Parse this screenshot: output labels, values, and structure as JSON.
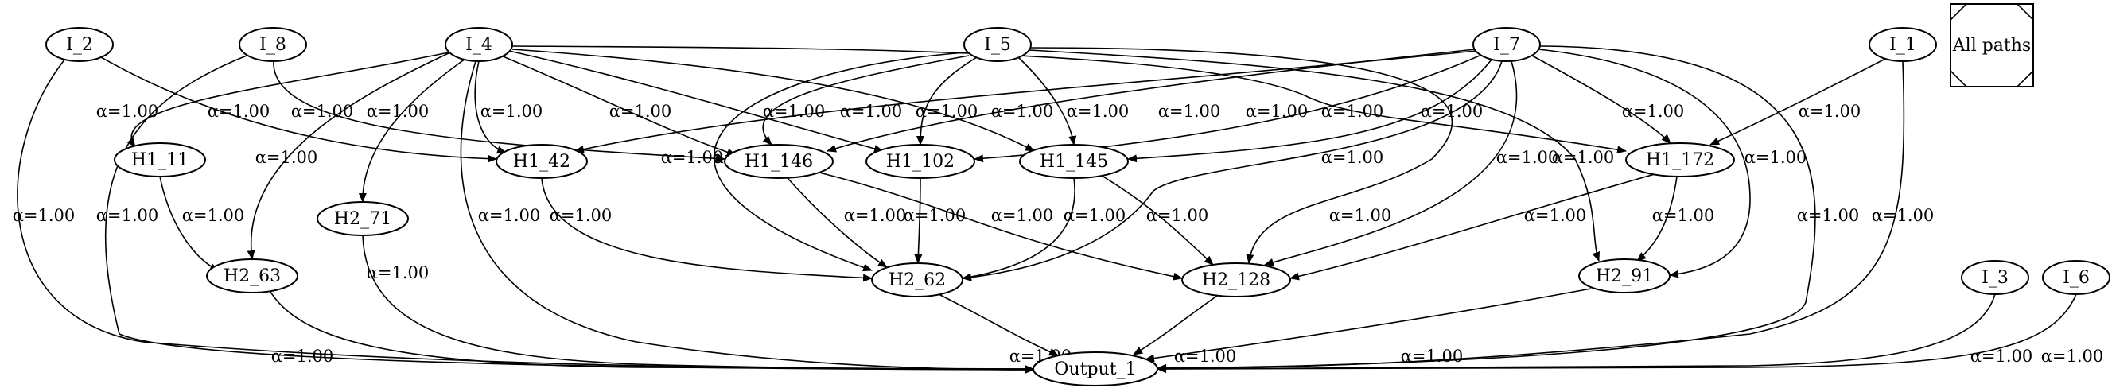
{
  "legend": {
    "label": "All paths"
  },
  "nodes": [
    {
      "id": "I_2",
      "label": "I_2"
    },
    {
      "id": "I_8",
      "label": "I_8"
    },
    {
      "id": "I_4",
      "label": "I_4"
    },
    {
      "id": "I_5",
      "label": "I_5"
    },
    {
      "id": "I_7",
      "label": "I_7"
    },
    {
      "id": "I_1",
      "label": "I_1"
    },
    {
      "id": "I_3",
      "label": "I_3"
    },
    {
      "id": "I_6",
      "label": "I_6"
    },
    {
      "id": "H1_11",
      "label": "H1_11"
    },
    {
      "id": "H1_42",
      "label": "H1_42"
    },
    {
      "id": "H1_146",
      "label": "H1_146"
    },
    {
      "id": "H1_102",
      "label": "H1_102"
    },
    {
      "id": "H1_145",
      "label": "H1_145"
    },
    {
      "id": "H1_172",
      "label": "H1_172"
    },
    {
      "id": "H2_71",
      "label": "H2_71"
    },
    {
      "id": "H2_63",
      "label": "H2_63"
    },
    {
      "id": "H2_62",
      "label": "H2_62"
    },
    {
      "id": "H2_128",
      "label": "H2_128"
    },
    {
      "id": "H2_91",
      "label": "H2_91"
    },
    {
      "id": "Output_1",
      "label": "Output_1"
    }
  ],
  "edges": [
    {
      "from": "I_2",
      "to": "H1_42",
      "label": "α=1.00"
    },
    {
      "from": "I_2",
      "to": "Output_1",
      "label": "α=1.00"
    },
    {
      "from": "I_8",
      "to": "Output_1",
      "label": "α=1.00"
    },
    {
      "from": "I_8",
      "to": "H1_146",
      "label": "α=1.00"
    },
    {
      "from": "I_4",
      "to": "H1_11",
      "label": "α=1.00"
    },
    {
      "from": "I_4",
      "to": "H2_63",
      "label": "α=1.00"
    },
    {
      "from": "I_4",
      "to": "H2_71",
      "label": "α=1.00"
    },
    {
      "from": "I_4",
      "to": "H1_42",
      "label": "α=1.00"
    },
    {
      "from": "I_4",
      "to": "Output_1",
      "label": "α=1.00"
    },
    {
      "from": "I_4",
      "to": "H1_146",
      "label": "α=1.00"
    },
    {
      "from": "I_4",
      "to": "H1_102",
      "label": "α=1.00"
    },
    {
      "from": "I_4",
      "to": "H1_145",
      "label": "α=1.00"
    },
    {
      "from": "I_4",
      "to": "H1_172",
      "label": "α=1.00"
    },
    {
      "from": "I_5",
      "to": "H2_62",
      "label": "α=1.00"
    },
    {
      "from": "I_5",
      "to": "H1_146",
      "label": "α=1.00"
    },
    {
      "from": "I_5",
      "to": "H1_102",
      "label": "α=1.00"
    },
    {
      "from": "I_5",
      "to": "H1_145",
      "label": "α=1.00"
    },
    {
      "from": "I_5",
      "to": "H2_91",
      "label": "α=1.00"
    },
    {
      "from": "I_5",
      "to": "H2_128",
      "label": "α=1.00"
    },
    {
      "from": "I_7",
      "to": "H1_42",
      "label": "α=1.00"
    },
    {
      "from": "I_7",
      "to": "H1_146",
      "label": "α=1.00"
    },
    {
      "from": "I_7",
      "to": "H1_102",
      "label": "α=1.00"
    },
    {
      "from": "I_7",
      "to": "H1_145",
      "label": "α=1.00"
    },
    {
      "from": "I_7",
      "to": "H2_62",
      "label": "α=1.00"
    },
    {
      "from": "I_7",
      "to": "H2_128",
      "label": "α=1.00"
    },
    {
      "from": "I_7",
      "to": "H1_172",
      "label": "α=1.00"
    },
    {
      "from": "I_7",
      "to": "H2_91",
      "label": "α=1.00"
    },
    {
      "from": "I_7",
      "to": "Output_1",
      "label": "α=1.00"
    },
    {
      "from": "I_1",
      "to": "H1_172",
      "label": "α=1.00"
    },
    {
      "from": "I_1",
      "to": "Output_1",
      "label": "α=1.00"
    },
    {
      "from": "I_3",
      "to": "Output_1",
      "label": "α=1.00"
    },
    {
      "from": "I_6",
      "to": "Output_1",
      "label": "α=1.00"
    },
    {
      "from": "H1_11",
      "to": "H2_63",
      "label": "α=1.00"
    },
    {
      "from": "H1_42",
      "to": "H2_62",
      "label": "α=1.00"
    },
    {
      "from": "H1_146",
      "to": "H2_62",
      "label": "α=1.00"
    },
    {
      "from": "H1_146",
      "to": "H2_128",
      "label": "α=1.00"
    },
    {
      "from": "H1_102",
      "to": "H2_62",
      "label": "α=1.00"
    },
    {
      "from": "H1_145",
      "to": "H2_62",
      "label": "α=1.00"
    },
    {
      "from": "H1_145",
      "to": "H2_128",
      "label": "α=1.00"
    },
    {
      "from": "H1_172",
      "to": "H2_128",
      "label": "α=1.00"
    },
    {
      "from": "H1_172",
      "to": "H2_91",
      "label": "α=1.00"
    },
    {
      "from": "H2_71",
      "to": "Output_1",
      "label": "α=1.00"
    },
    {
      "from": "H2_63",
      "to": "Output_1",
      "label": "α=1.00"
    },
    {
      "from": "H2_62",
      "to": "Output_1",
      "label": "α=1.00"
    },
    {
      "from": "H2_128",
      "to": "Output_1",
      "label": "α=1.00"
    },
    {
      "from": "H2_91",
      "to": "Output_1",
      "label": "α=1.00"
    }
  ]
}
